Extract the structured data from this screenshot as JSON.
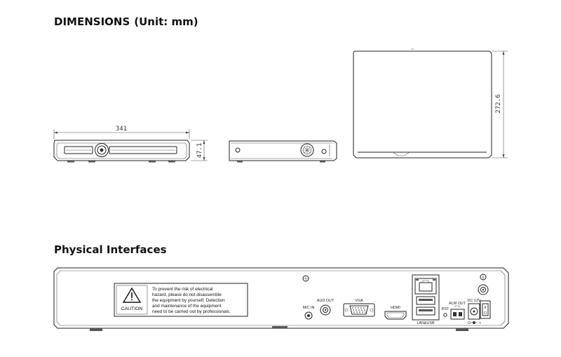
{
  "dimensions": {
    "title": "DIMENSIONS",
    "unit": "(Unit: mm)",
    "width_value": "341",
    "height_value": "47.1",
    "depth_value": "272.6"
  },
  "interfaces": {
    "title": "Physical Interfaces",
    "warning_label": {
      "caution": "CAUTION",
      "text_lines": [
        "To prevent the risk of  electrical",
        "hazard, please do not disassemble",
        "the equipment by yourself. Detection",
        "and maintenance of the equipment",
        "need to be carried out by professionals."
      ]
    },
    "ports": {
      "mic_in": "MIC IN",
      "aud_out": "AUD OUT",
      "vga": "VGA",
      "hdmi": "HDMI",
      "lan_usb": "LAN&USB",
      "rst": "RST",
      "alm_out": "ALM OUT",
      "dc": "DC 12V"
    }
  }
}
